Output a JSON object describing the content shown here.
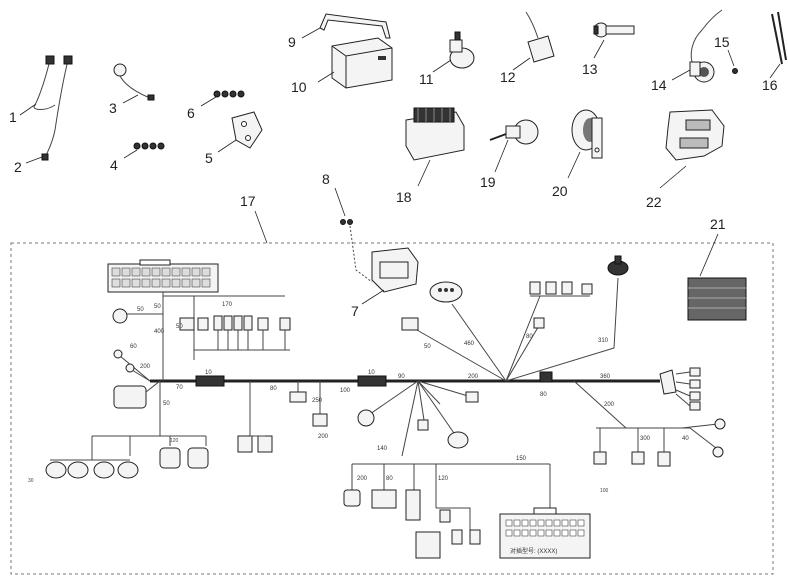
{
  "callouts": {
    "c1": "1",
    "c2": "2",
    "c3": "3",
    "c4": "4",
    "c5": "5",
    "c6": "6",
    "c7": "7",
    "c8": "8",
    "c9": "9",
    "c10": "10",
    "c11": "11",
    "c12": "12",
    "c13": "13",
    "c14": "14",
    "c15": "15",
    "c16": "16",
    "c17": "17",
    "c18": "18",
    "c19": "19",
    "c20": "20",
    "c21": "21",
    "c22": "22"
  },
  "segments": {
    "s_50a": "50",
    "s_400": "400",
    "s_50b": "50",
    "s_200": "200",
    "s_50c": "50",
    "s_70": "70",
    "s_10": "10",
    "s_80a": "80",
    "s_100": "100",
    "s_10b": "10",
    "s_90": "90",
    "s_200b": "200",
    "s_80b": "80",
    "s_360": "360",
    "s_460": "460",
    "s_50d": "50",
    "s_310": "310",
    "s_80c": "80",
    "s_200c": "200",
    "s_140": "140",
    "s_250": "250",
    "s_200d": "200",
    "s_80d": "80",
    "s_120": "120",
    "s_150": "150",
    "s_170": "170",
    "s_50e": "50",
    "s_60": "60",
    "s_200e": "200",
    "s_300": "300",
    "s_40": "40",
    "s_100b": "100",
    "s_30": "30",
    "s_120b": "120"
  },
  "bottom_note": "对插型号: (XXXX)"
}
